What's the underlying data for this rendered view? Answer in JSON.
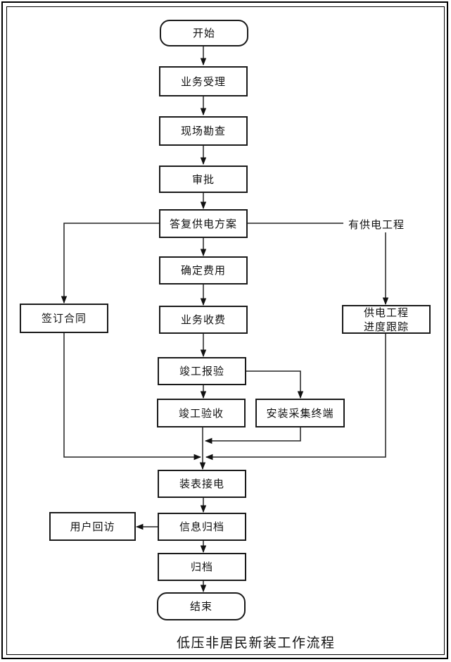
{
  "diagram": {
    "title": "低压非居民新装工作流程",
    "nodes": {
      "start": "开始",
      "accept": "业务受理",
      "survey": "现场勘查",
      "approve": "审批",
      "reply_plan": "答复供电方案",
      "confirm_fee": "确定费用",
      "sign_contract": "签订合同",
      "charge_fee": "业务收费",
      "project_track": "供电工程\n进度跟踪",
      "completion_report": "竣工报验",
      "completion_accept": "竣工验收",
      "install_terminal": "安装采集终端",
      "meter_connect": "装表接电",
      "info_archive": "信息归档",
      "user_revisit": "用户回访",
      "archive": "归档",
      "end": "结束"
    },
    "branch_label": "有供电工程",
    "edges": [
      [
        "start",
        "accept"
      ],
      [
        "accept",
        "survey"
      ],
      [
        "survey",
        "approve"
      ],
      [
        "approve",
        "reply_plan"
      ],
      [
        "reply_plan",
        "confirm_fee"
      ],
      [
        "reply_plan",
        "sign_contract"
      ],
      [
        "reply_plan",
        "project_track"
      ],
      [
        "confirm_fee",
        "charge_fee"
      ],
      [
        "charge_fee",
        "completion_report"
      ],
      [
        "completion_report",
        "completion_accept"
      ],
      [
        "completion_report",
        "install_terminal"
      ],
      [
        "completion_accept",
        "meter_connect"
      ],
      [
        "install_terminal",
        "meter_connect"
      ],
      [
        "sign_contract",
        "meter_connect"
      ],
      [
        "project_track",
        "meter_connect"
      ],
      [
        "meter_connect",
        "info_archive"
      ],
      [
        "info_archive",
        "user_revisit"
      ],
      [
        "info_archive",
        "archive"
      ],
      [
        "archive",
        "end"
      ]
    ]
  }
}
